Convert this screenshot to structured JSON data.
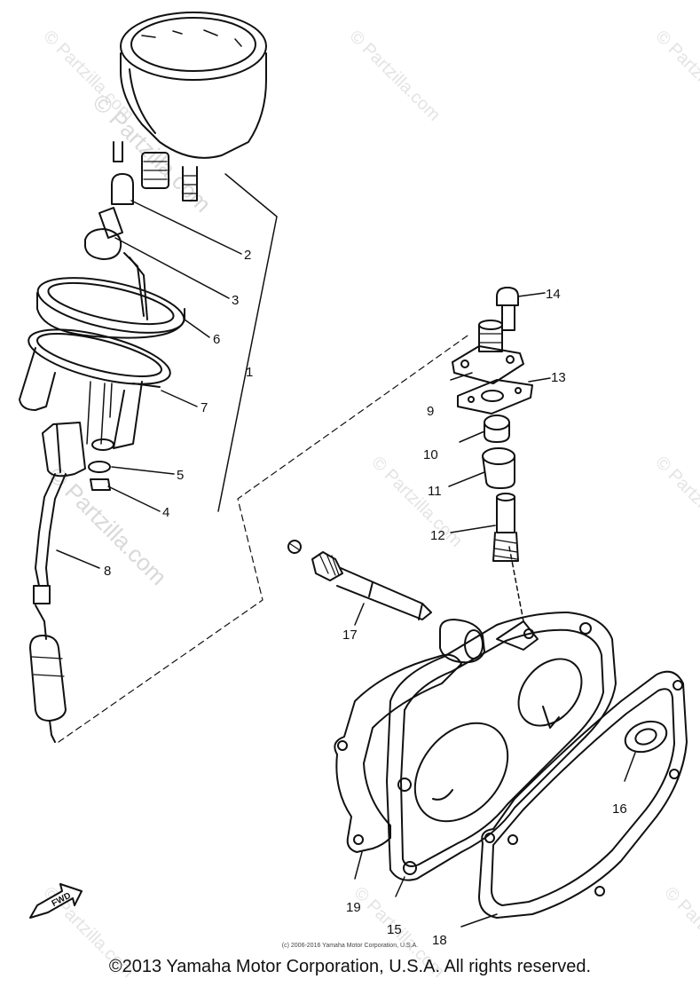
{
  "watermark": "© Partzilla.com",
  "fwd_label": "FWD",
  "part_labels": [
    "1",
    "2",
    "3",
    "4",
    "5",
    "6",
    "7",
    "8",
    "9",
    "10",
    "11",
    "12",
    "13",
    "14",
    "15",
    "16",
    "17",
    "18",
    "19"
  ],
  "small_copyright": "(c) 2006-2016 Yamaha Motor Corporation, U.S.A.",
  "copyright": "©2013 Yamaha Motor Corporation, U.S.A. All rights reserved."
}
